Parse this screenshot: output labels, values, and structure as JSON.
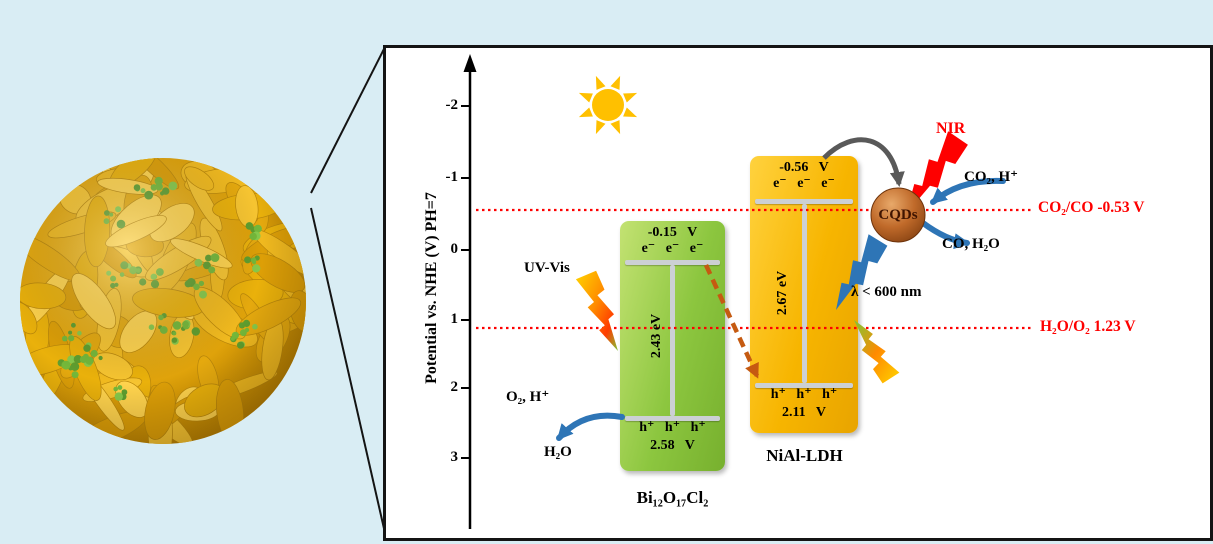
{
  "panel": {
    "axis_label": "Potential vs. NHE (V) PH=7",
    "ticks": [
      "-2",
      "-1",
      "0",
      "1",
      "2",
      "3"
    ]
  },
  "redox": {
    "co2_co": "CO₂/CO -0.53 V",
    "h2o_o2": "H₂O/O₂ 1.23 V"
  },
  "bi_band": {
    "name": "Bi₁₂O₁₇Cl₂",
    "cb": "-0.15 V",
    "electrons": "e⁻ e⁻ e⁻",
    "gap": "2.43 eV",
    "holes": "h⁺ h⁺ h⁺",
    "vb": "2.58 V"
  },
  "ldh_band": {
    "name": "NiAl-LDH",
    "cb": "-0.56 V",
    "electrons": "e⁻ e⁻ e⁻",
    "gap": "2.67 eV",
    "holes": "h⁺ h⁺ h⁺",
    "vb": "2.11 V"
  },
  "cqds_label": "CQDs",
  "labels": {
    "nir": "NIR",
    "co2_in": "CO₂, H⁺",
    "co_out": "CO, H₂O",
    "lambda": "λ < 600 nm",
    "uv_vis": "UV-Vis",
    "o2_h": "O₂, H⁺",
    "h2o": "H₂O"
  },
  "colors": {
    "bi_band": "#8cc63f",
    "ldh_band": "#f7b500",
    "redox_line": "#fe0000",
    "cqds": "#a0522d",
    "electron_arrow": "#595959",
    "transfer_arrow": "#c55a11",
    "photon_blue": "#2e75b6",
    "sun": "#ffc000"
  }
}
